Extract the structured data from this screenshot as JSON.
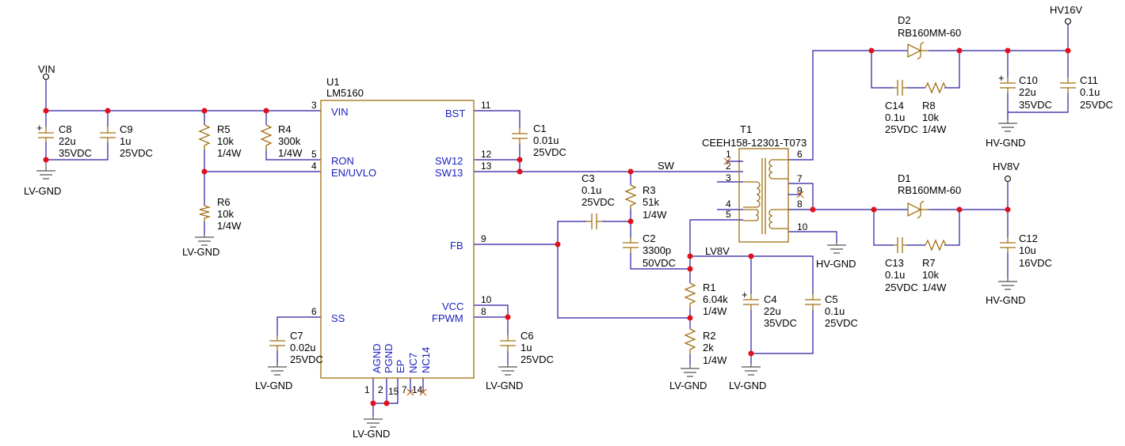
{
  "ports": {
    "vin": "VIN",
    "hv16v": "HV16V",
    "hv8v": "HV8V"
  },
  "nets": {
    "sw": "SW",
    "lv8v": "LV8V"
  },
  "grounds": {
    "lv": "LV-GND",
    "hv": "HV-GND"
  },
  "u1": {
    "ref": "U1",
    "part": "LM5160",
    "pins": {
      "vin": {
        "name": "VIN",
        "num": "3"
      },
      "ron": {
        "name": "RON",
        "num": "5"
      },
      "en": {
        "name": "EN/UVLO",
        "num": "4"
      },
      "ss": {
        "name": "SS",
        "num": "6"
      },
      "bst": {
        "name": "BST",
        "num": "11"
      },
      "sw12": {
        "name": "SW12",
        "num": "12"
      },
      "sw13": {
        "name": "SW13",
        "num": "13"
      },
      "fb": {
        "name": "FB",
        "num": "9"
      },
      "vcc": {
        "name": "VCC",
        "num": "10"
      },
      "fpwm": {
        "name": "FPWM",
        "num": "8"
      },
      "agnd": {
        "name": "AGND",
        "num": "1"
      },
      "pgnd": {
        "name": "PGND",
        "num": "2"
      },
      "ep": {
        "name": "EP",
        "num": "15"
      },
      "nc7": {
        "name": "NC7",
        "num": "7"
      },
      "nc14": {
        "name": "NC14",
        "num": "14"
      }
    }
  },
  "t1": {
    "ref": "T1",
    "part": "CEEH158-12301-T073",
    "pins": [
      "1",
      "2",
      "3",
      "4",
      "5",
      "6",
      "7",
      "9",
      "8",
      "10"
    ]
  },
  "components": {
    "c8": {
      "ref": "C8",
      "value": "22u",
      "rating": "35VDC"
    },
    "c9": {
      "ref": "C9",
      "value": "1u",
      "rating": "25VDC"
    },
    "r5": {
      "ref": "R5",
      "value": "10k",
      "rating": "1/4W"
    },
    "r4": {
      "ref": "R4",
      "value": "300k",
      "rating": "1/4W"
    },
    "r6": {
      "ref": "R6",
      "value": "10k",
      "rating": "1/4W"
    },
    "c7": {
      "ref": "C7",
      "value": "0.02u",
      "rating": "25VDC"
    },
    "c1": {
      "ref": "C1",
      "value": "0.01u",
      "rating": "25VDC"
    },
    "c6": {
      "ref": "C6",
      "value": "1u",
      "rating": "25VDC"
    },
    "c3": {
      "ref": "C3",
      "value": "0.1u",
      "rating": "25VDC"
    },
    "r3": {
      "ref": "R3",
      "value": "51k",
      "rating": "1/4W"
    },
    "c2": {
      "ref": "C2",
      "value": "3300p",
      "rating": "50VDC"
    },
    "r1": {
      "ref": "R1",
      "value": "6.04k",
      "rating": "1/4W"
    },
    "r2": {
      "ref": "R2",
      "value": "2k",
      "rating": "1/4W"
    },
    "c4": {
      "ref": "C4",
      "value": "22u",
      "rating": "35VDC"
    },
    "c5": {
      "ref": "C5",
      "value": "0.1u",
      "rating": "25VDC"
    },
    "d2": {
      "ref": "D2",
      "value": "RB160MM-60"
    },
    "d1": {
      "ref": "D1",
      "value": "RB160MM-60"
    },
    "c14": {
      "ref": "C14",
      "value": "0.1u",
      "rating": "25VDC"
    },
    "r8": {
      "ref": "R8",
      "value": "10k",
      "rating": "1/4W"
    },
    "c10": {
      "ref": "C10",
      "value": "22u",
      "rating": "35VDC"
    },
    "c11": {
      "ref": "C11",
      "value": "0.1u",
      "rating": "25VDC"
    },
    "c13": {
      "ref": "C13",
      "value": "0.1u",
      "rating": "25VDC"
    },
    "r7": {
      "ref": "R7",
      "value": "10k",
      "rating": "1/4W"
    },
    "c12": {
      "ref": "C12",
      "value": "10u",
      "rating": "16VDC"
    }
  }
}
